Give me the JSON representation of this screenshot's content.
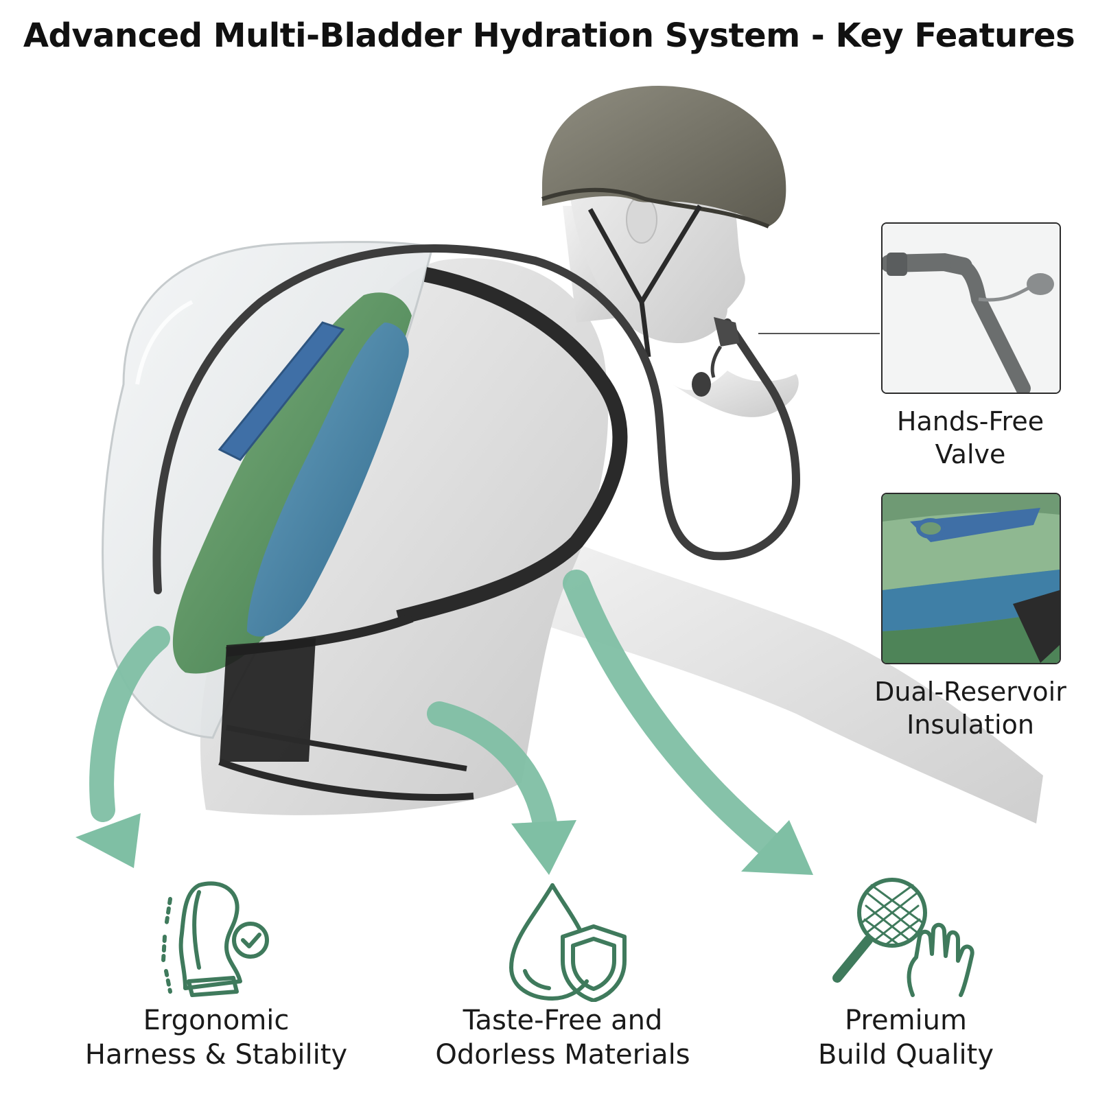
{
  "header": {
    "title": "Advanced Multi-Bladder Hydration System - Key Features"
  },
  "callouts": [
    {
      "id": "valve",
      "line1": "Hands-Free",
      "line2": "Valve",
      "icon": "bite-valve-icon"
    },
    {
      "id": "reservoir",
      "line1": "Dual-Reservoir",
      "line2": "Insulation",
      "icon": "dual-bladder-icon"
    }
  ],
  "features": [
    {
      "id": "harness",
      "line1": "Ergonomic",
      "line2": "Harness & Stability",
      "icon": "harness-check-icon"
    },
    {
      "id": "materials",
      "line1": "Taste-Free and",
      "line2": "Odorless Materials",
      "icon": "drop-shield-icon"
    },
    {
      "id": "quality",
      "line1": "Premium",
      "line2": "Build Quality",
      "icon": "magnifier-hand-icon"
    }
  ],
  "colors": {
    "accent": "#7fbfa4",
    "icon_green": "#3f7a5c",
    "bladder_green": "#5e9a64",
    "bladder_blue": "#3f7fa6",
    "helmet": "#7d7b6e",
    "harness": "#2a2a2a"
  }
}
